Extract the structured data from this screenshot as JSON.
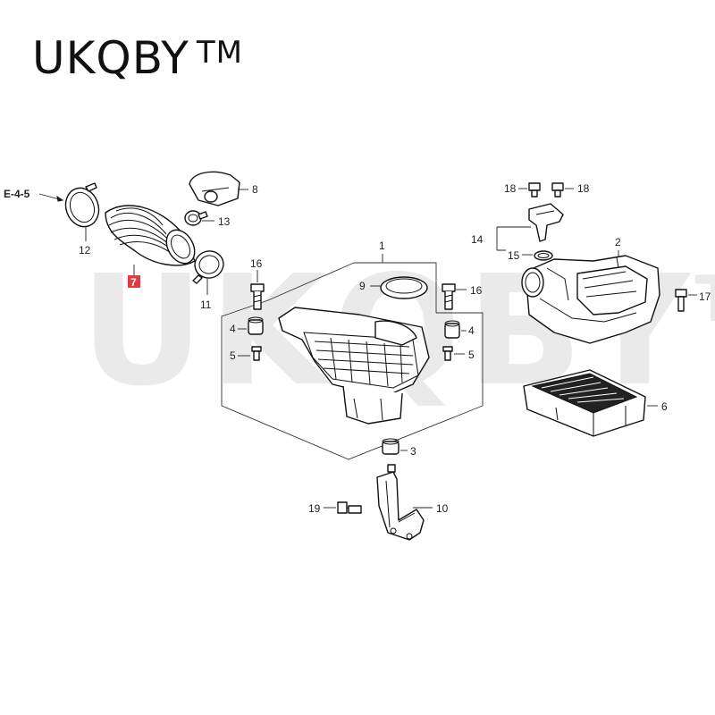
{
  "brand": {
    "name": "UKQBY",
    "tm": "TM"
  },
  "watermark": {
    "text": "UKQBY",
    "tm": "TM"
  },
  "reference": "E-4-5",
  "highlight_color": "#e8383d",
  "callouts": {
    "c1": "1",
    "c2": "2",
    "c3": "3",
    "c4a": "4",
    "c4b": "4",
    "c5a": "5",
    "c5b": "5",
    "c6": "6",
    "c7": "7",
    "c8": "8",
    "c9": "9",
    "c10": "10",
    "c11": "11",
    "c12": "12",
    "c13": "13",
    "c14": "14",
    "c15": "15",
    "c16a": "16",
    "c16b": "16",
    "c17": "17",
    "c18a": "18",
    "c18b": "18",
    "c19": "19"
  }
}
